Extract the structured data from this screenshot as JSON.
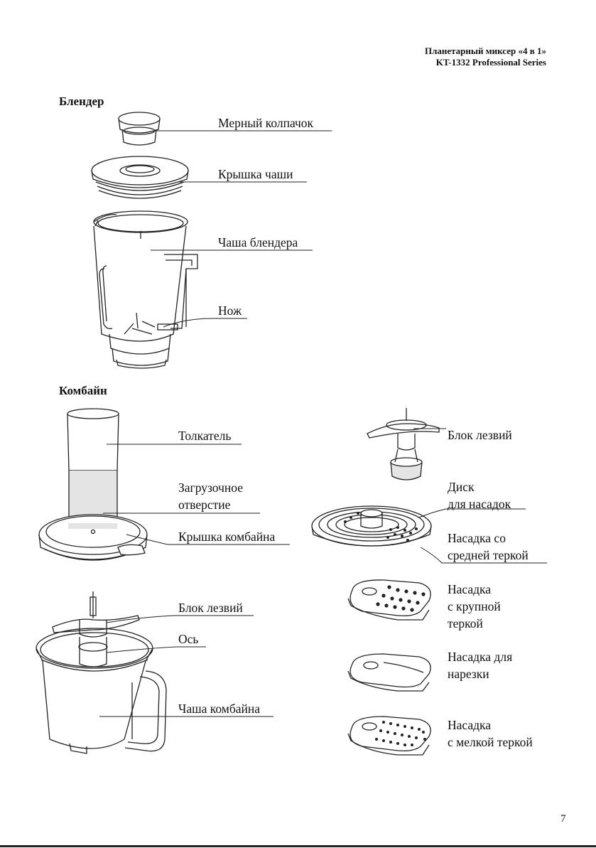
{
  "header": {
    "line1": "Планетарный миксер «4 в 1»",
    "line2": "KT-1332 Professional Series"
  },
  "blender": {
    "title": "Блендер",
    "labels": {
      "cap": "Мерный колпачок",
      "lid": "Крышка чаши",
      "jar": "Чаша блендера",
      "knife": "Нож"
    }
  },
  "processor": {
    "title": "Комбайн",
    "labels": {
      "pusher": "Толкатель",
      "feed_tube_1": "Загрузочное",
      "feed_tube_2": "отверстие",
      "lid": "Крышка комбайна",
      "blade_unit_left": "Блок лезвий",
      "axis": "Ось",
      "bowl": "Чаша комбайна",
      "blade_unit_right": "Блок лезвий",
      "disc_1": "Диск",
      "disc_2": "для насадок",
      "medium_grater_1": "Насадка со",
      "medium_grater_2": "средней теркой",
      "coarse_grater_1": "Насадка",
      "coarse_grater_2": "с крупной",
      "coarse_grater_3": "теркой",
      "slicer_1": "Насадка для",
      "slicer_2": "нарезки",
      "fine_grater_1": "Насадка",
      "fine_grater_2": "с мелкой теркой"
    }
  },
  "page_number": "7"
}
